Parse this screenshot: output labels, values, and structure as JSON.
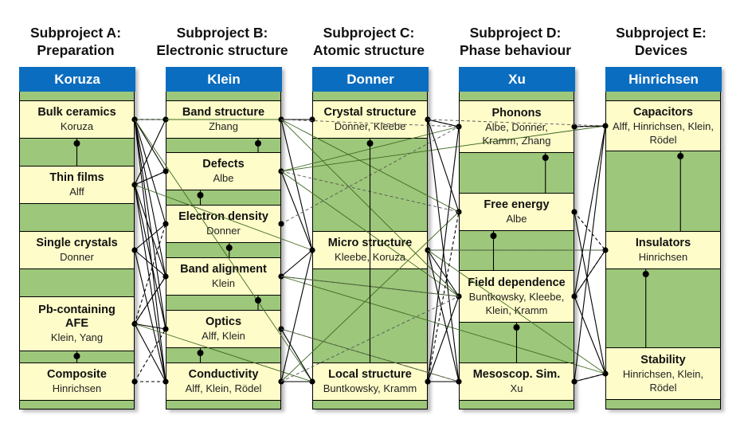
{
  "subprojects": [
    {
      "title_line1": "Subproject A:",
      "title_line2": "Preparation",
      "leader": "Koruza",
      "topics": [
        {
          "title": "Bulk ceramics",
          "names": "Koruza"
        },
        {
          "title": "Thin films",
          "names": "Alff"
        },
        {
          "title": "Single crystals",
          "names": "Donner"
        },
        {
          "title": "Pb-containing AFE",
          "names": "Klein, Yang"
        },
        {
          "title": "Composite",
          "names": "Hinrichsen"
        }
      ]
    },
    {
      "title_line1": "Subproject B:",
      "title_line2": "Electronic structure",
      "leader": "Klein",
      "topics": [
        {
          "title": "Band structure",
          "names": "Zhang"
        },
        {
          "title": "Defects",
          "names": "Albe"
        },
        {
          "title": "Electron density",
          "names": "Donner"
        },
        {
          "title": "Band alignment",
          "names": "Klein"
        },
        {
          "title": "Optics",
          "names": "Alff, Klein"
        },
        {
          "title": "Conductivity",
          "names": "Alff, Klein, Rödel"
        }
      ]
    },
    {
      "title_line1": "Subproject C:",
      "title_line2": "Atomic structure",
      "leader": "Donner",
      "topics": [
        {
          "title": "Crystal structure",
          "names": "Donner, Kleebe"
        },
        {
          "title": "Micro structure",
          "names": "Kleebe, Koruza"
        },
        {
          "title": "Local structure",
          "names": "Buntkowsky, Kramm"
        }
      ]
    },
    {
      "title_line1": "Subproject D:",
      "title_line2": "Phase behaviour",
      "leader": "Xu",
      "topics": [
        {
          "title": "Phonons",
          "names": "Albe, Donner, Kramm, Zhang"
        },
        {
          "title": "Free energy",
          "names": "Albe"
        },
        {
          "title": "Field dependence",
          "names": "Buntkowsky, Kleebe, Klein, Kramm"
        },
        {
          "title": "Mesoscop. Sim.",
          "names": "Xu"
        }
      ]
    },
    {
      "title_line1": "Subproject E:",
      "title_line2": "Devices",
      "leader": "Hinrichsen",
      "topics": [
        {
          "title": "Capacitors",
          "names": "Alff, Hinrichsen, Klein, Rödel"
        },
        {
          "title": "Insulators",
          "names": "Hinrichsen"
        },
        {
          "title": "Stability",
          "names": "Hinrichsen, Klein, Rödel"
        }
      ]
    }
  ],
  "colors": {
    "header_blue": "#0b6dbf",
    "column_green": "#9dc77a",
    "topic_box_yellow": "#fefcc9",
    "link_line": "#000000",
    "link_line_inner": "#4e7a2a"
  },
  "links": {
    "solid": [
      [
        "A0",
        "B0"
      ],
      [
        "A0",
        "B1"
      ],
      [
        "A0",
        "B2"
      ],
      [
        "A0",
        "B3"
      ],
      [
        "A0",
        "B4"
      ],
      [
        "A0",
        "B5"
      ],
      [
        "A0",
        "C0"
      ],
      [
        "A0",
        "C2"
      ],
      [
        "A1",
        "B0"
      ],
      [
        "A1",
        "B1"
      ],
      [
        "A1",
        "B3"
      ],
      [
        "A1",
        "B4"
      ],
      [
        "A1",
        "B5"
      ],
      [
        "A1",
        "C1"
      ],
      [
        "A2",
        "B2"
      ],
      [
        "A2",
        "B3"
      ],
      [
        "A2",
        "B5"
      ],
      [
        "A3",
        "B3"
      ],
      [
        "A3",
        "B4"
      ],
      [
        "A3",
        "B5"
      ],
      [
        "A3",
        "C2"
      ],
      [
        "B0",
        "C0"
      ],
      [
        "B0",
        "C1"
      ],
      [
        "B0",
        "D1"
      ],
      [
        "B0",
        "D2"
      ],
      [
        "B1",
        "C1"
      ],
      [
        "B1",
        "D0"
      ],
      [
        "B1",
        "D2"
      ],
      [
        "B1",
        "E0"
      ],
      [
        "B3",
        "C1"
      ],
      [
        "B3",
        "D2"
      ],
      [
        "B3",
        "E2"
      ],
      [
        "B4",
        "C2"
      ],
      [
        "B4",
        "D3"
      ],
      [
        "B5",
        "C1"
      ],
      [
        "B5",
        "C2"
      ],
      [
        "B5",
        "D1"
      ],
      [
        "C0",
        "D0"
      ],
      [
        "C0",
        "D1"
      ],
      [
        "C0",
        "D3"
      ],
      [
        "C1",
        "D2"
      ],
      [
        "C1",
        "D3"
      ],
      [
        "C1",
        "E2"
      ],
      [
        "C1",
        "E1"
      ],
      [
        "C2",
        "D0"
      ],
      [
        "C2",
        "D2"
      ],
      [
        "C2",
        "D3"
      ],
      [
        "D0",
        "E0"
      ],
      [
        "D1",
        "E2"
      ],
      [
        "D2",
        "E0"
      ],
      [
        "D2",
        "E1"
      ],
      [
        "D2",
        "E2"
      ],
      [
        "D3",
        "E0"
      ],
      [
        "D3",
        "E2"
      ]
    ],
    "dashed": [
      [
        "A0",
        "B0"
      ],
      [
        "A1",
        "B1"
      ],
      [
        "A3",
        "B2"
      ],
      [
        "A3",
        "B3"
      ],
      [
        "A4",
        "B4"
      ],
      [
        "A4",
        "B5"
      ],
      [
        "B0",
        "C0"
      ],
      [
        "B0",
        "D0"
      ],
      [
        "B1",
        "D1"
      ],
      [
        "B2",
        "D0"
      ],
      [
        "B3",
        "D2"
      ],
      [
        "B4",
        "D3"
      ],
      [
        "B5",
        "C2"
      ],
      [
        "B5",
        "D2"
      ],
      [
        "C0",
        "D0"
      ],
      [
        "C0",
        "E0"
      ],
      [
        "C1",
        "E1"
      ],
      [
        "C2",
        "D1"
      ],
      [
        "C2",
        "D3"
      ],
      [
        "D0",
        "E0"
      ],
      [
        "D1",
        "E1"
      ],
      [
        "D2",
        "E1"
      ],
      [
        "D3",
        "E2"
      ]
    ],
    "vertical_links_within_columns": [
      [
        "A0",
        "A1"
      ],
      [
        "A3",
        "A4"
      ],
      [
        "B0",
        "B1"
      ],
      [
        "B1",
        "B2"
      ],
      [
        "B2",
        "B3"
      ],
      [
        "B3",
        "B4"
      ],
      [
        "B4",
        "B5"
      ],
      [
        "C0",
        "C2"
      ],
      [
        "D0",
        "D1"
      ],
      [
        "D1",
        "D2"
      ],
      [
        "D2",
        "D3"
      ],
      [
        "E0",
        "E1"
      ],
      [
        "E1",
        "E2"
      ]
    ]
  }
}
